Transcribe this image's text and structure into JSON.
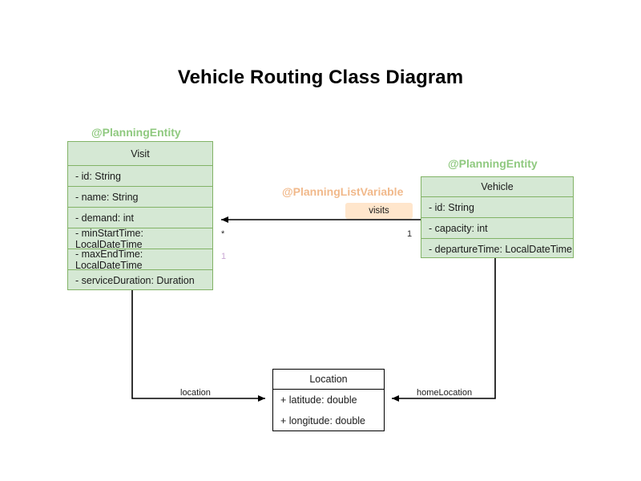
{
  "diagram": {
    "title": "Vehicle Routing Class Diagram",
    "type": "uml-class-diagram"
  },
  "colors": {
    "entity_fill": "#d5e8d4",
    "entity_border": "#82b366",
    "stereotype_entity": "#8fc97f",
    "stereotype_listvar": "#f1b98b",
    "label_chip_fill": "#ffe6cc",
    "plain_fill": "#ffffff",
    "plain_border": "#000000",
    "connector": "#000000",
    "multiplicity_faded": "#c9a8d4"
  },
  "stereotypes": {
    "visit": "@PlanningEntity",
    "vehicle": "@PlanningEntity",
    "visits_relation": "@PlanningListVariable"
  },
  "classes": [
    {
      "id": "visit",
      "name": "Visit",
      "attributes": [
        "- id: String",
        "- name: String",
        "- demand: int",
        "- minStartTime: LocalDateTime",
        "- maxEndTime: LocalDateTime",
        "- serviceDuration: Duration"
      ]
    },
    {
      "id": "vehicle",
      "name": "Vehicle",
      "attributes": [
        "- id: String",
        "- capacity: int",
        "- departureTime: LocalDateTime"
      ]
    },
    {
      "id": "location",
      "name": "Location",
      "attributes": [
        "+ latitude: double",
        "+ longitude: double"
      ]
    }
  ],
  "relations": [
    {
      "id": "visits",
      "label": "visits",
      "from": "vehicle",
      "to": "visit",
      "source_multiplicity": "1",
      "target_multiplicity": "*",
      "extra_multiplicity": "1"
    },
    {
      "id": "location",
      "label": "location",
      "from": "visit",
      "to": "location"
    },
    {
      "id": "home-location",
      "label": "homeLocation",
      "from": "vehicle",
      "to": "location"
    }
  ]
}
